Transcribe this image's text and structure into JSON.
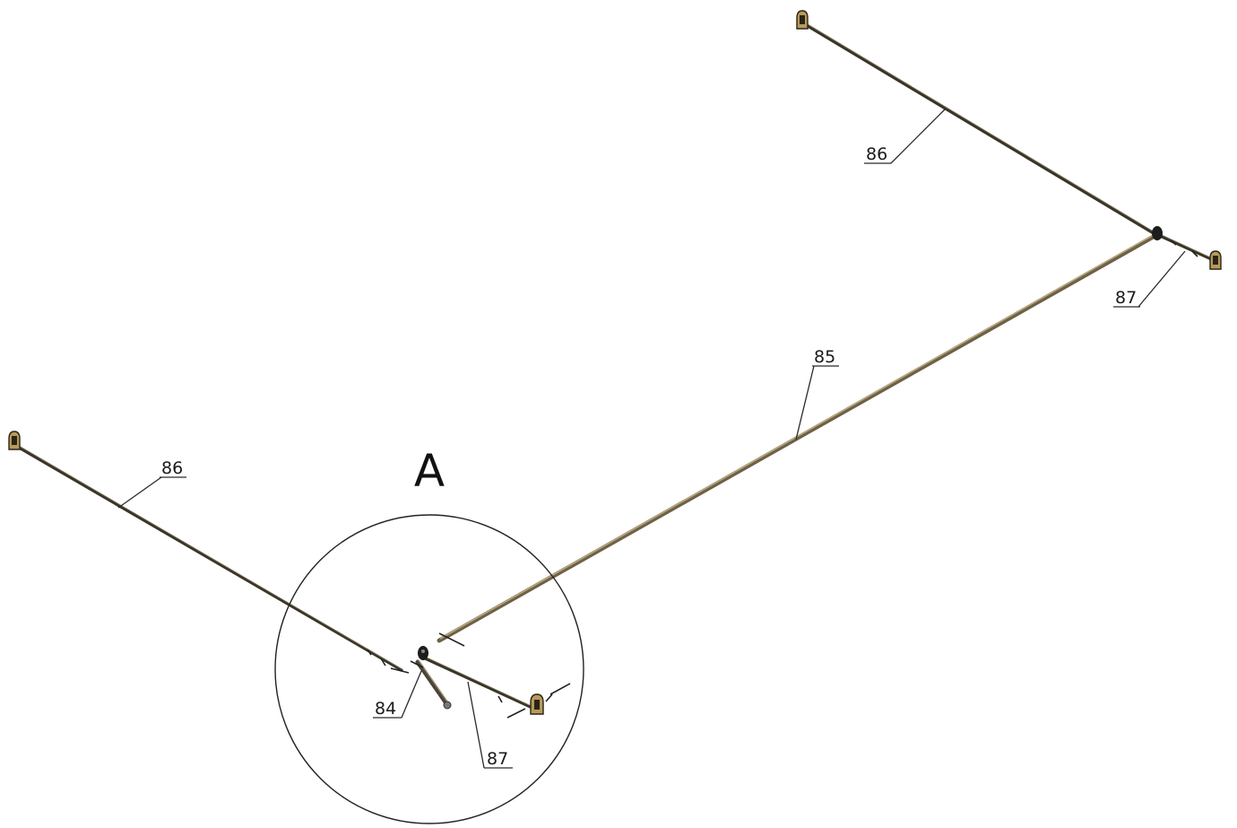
{
  "detail": {
    "label": "A"
  },
  "callouts": [
    {
      "id": "86-top",
      "text": "86"
    },
    {
      "id": "87-right",
      "text": "87"
    },
    {
      "id": "85",
      "text": "85"
    },
    {
      "id": "86-left",
      "text": "86"
    },
    {
      "id": "84",
      "text": "84"
    },
    {
      "id": "87-bottom",
      "text": "87"
    }
  ],
  "colors": {
    "rod_dark": "#3a3528",
    "rod_main": "#6e6148",
    "anchor_body": "#b89a5a",
    "anchor_dark": "#2b2418",
    "line": "#222222"
  }
}
